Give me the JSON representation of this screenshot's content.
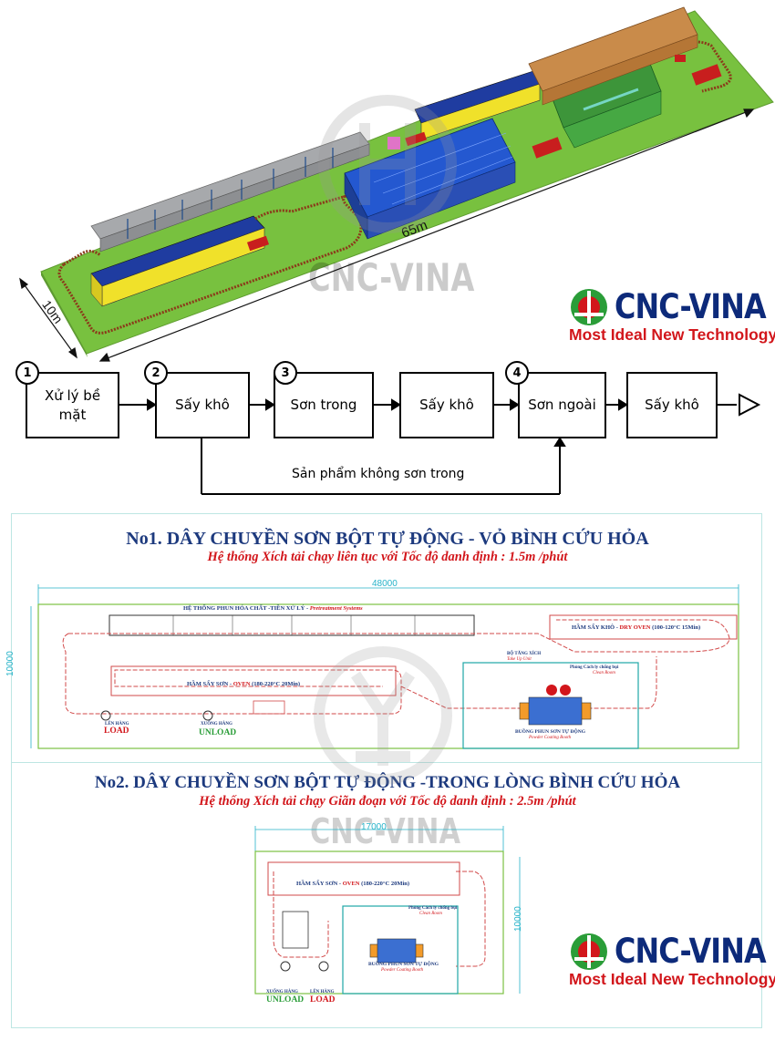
{
  "watermark": {
    "text": "CNC-VINA"
  },
  "logo": {
    "brand": "CNC-VINA",
    "tagline": "Most Ideal New Technology"
  },
  "render3d": {
    "length_label": "65m",
    "width_label": "10m"
  },
  "flow": {
    "steps": [
      {
        "num": "1",
        "label": "Xử lý bề mặt"
      },
      {
        "num": "2",
        "label": "Sấy khô"
      },
      {
        "num": "3",
        "label": "Sơn trong"
      },
      {
        "num": "",
        "label": "Sấy khô"
      },
      {
        "num": "4",
        "label": "Sơn ngoài"
      },
      {
        "num": "",
        "label": "Sấy khô"
      }
    ],
    "bypass_label": "Sản phẩm không sơn trong"
  },
  "line1": {
    "title": "No1. DÂY CHUYỀN SƠN BỘT TỰ ĐỘNG - VỎ BÌNH CỨU HỎA",
    "subtitle": "Hệ thống Xích tải chạy liên tục với Tốc độ danh định  : 1.5m /phút",
    "length_dim": "48000",
    "width_dim": "10000",
    "pretreat_label": "HỆ THỐNG PHUN HÓA CHẤT -TIỀN XỬ LÝ -",
    "pretreat_label_en": "Pretreatment Systems",
    "dry_oven_label": "HẦM SẤY KHÔ -",
    "dry_oven_name": "DRY OVEN",
    "dry_oven_spec": "(100-120°C  15Min)",
    "cure_oven_label": "HẦM SẤY SƠN -",
    "cure_oven_name": "OVEN",
    "cure_oven_spec": "(180-220°C  20Min)",
    "takeup_label": "BỘ TĂNG XÍCH",
    "takeup_label_en": "Take Up Unit",
    "clean_room": "Phòng Cách ly chống bụi",
    "clean_room_en": "Clean Room",
    "booth": "BUỒNG PHUN SƠN TỰ ĐỘNG",
    "booth_en": "Powder Coating Booth",
    "load_vn": "LÊN HÀNG",
    "load_en": "LOAD",
    "unload_vn": "XUỐNG HÀNG",
    "unload_en": "UNLOAD"
  },
  "line2": {
    "title": "No2. DÂY CHUYỀN SƠN BỘT TỰ ĐỘNG -TRONG LÒNG BÌNH CỨU HỎA",
    "subtitle": "Hệ thống Xích tải chạy Giãn đoạn với Tốc độ danh định  : 2.5m /phút",
    "length_dim": "17000",
    "width_dim": "10000",
    "cure_oven_label": "HẦM SẤY SƠN -",
    "cure_oven_name": "OVEN",
    "cure_oven_spec": "(180-220°C  20Min)",
    "clean_room": "Phòng Cách ly chống bụi",
    "clean_room_en": "Clean Room",
    "booth": "BUỒNG PHUN SƠN TỰ ĐỘNG",
    "booth_en": "Powder Coating Booth",
    "load_vn": "LÊN HÀNG",
    "load_en": "LOAD",
    "unload_vn": "XUỐNG HÀNG",
    "unload_en": "UNLOAD"
  },
  "colors": {
    "brand_blue": "#0d2a7a",
    "brand_red": "#d2161b",
    "floor_green": "#7cc242",
    "dim_cyan": "#27b3c9",
    "title_navy": "#1d3a7e"
  }
}
